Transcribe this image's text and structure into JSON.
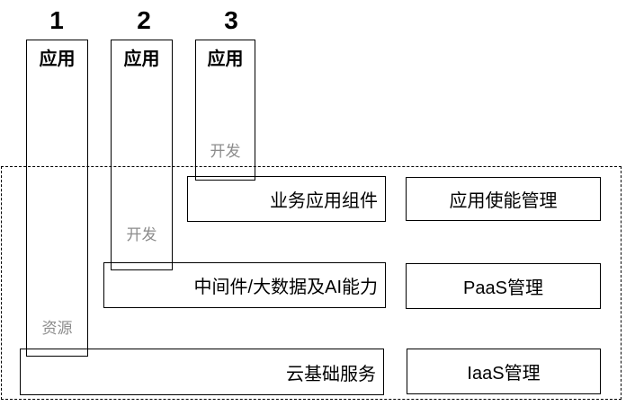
{
  "diagram": {
    "columns": [
      {
        "number": "1",
        "label": "应用",
        "annotation": "资源"
      },
      {
        "number": "2",
        "label": "应用",
        "annotation": "开发"
      },
      {
        "number": "3",
        "label": "应用",
        "annotation": "开发"
      }
    ],
    "layers": [
      {
        "component": "业务应用组件",
        "management": "应用使能管理"
      },
      {
        "component": "中间件/大数据及AI能力",
        "management": "PaaS管理"
      },
      {
        "component": "云基础服务",
        "management": "IaaS管理"
      }
    ],
    "colors": {
      "line": "#000000",
      "text": "#000000",
      "annotation": "#8c8c8c",
      "background": "#ffffff"
    }
  }
}
